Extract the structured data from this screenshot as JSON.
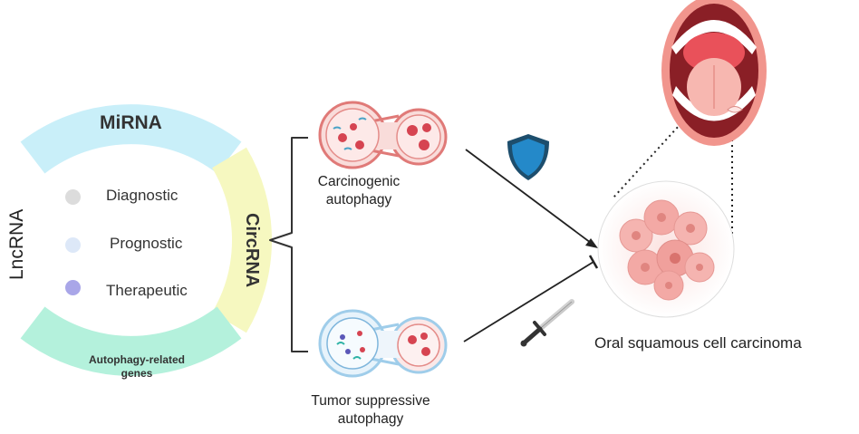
{
  "ring": {
    "top_label": "MiRNA",
    "right_label": "CircRNA",
    "left_label": "LncRNA",
    "bottom_label_line1": "Autophagy-related",
    "bottom_label_line2": "genes"
  },
  "legend": [
    {
      "label": "Diagnostic",
      "color": "#dcdcdc"
    },
    {
      "label": "Prognostic",
      "color": "#dde8f8"
    },
    {
      "label": "Therapeutic",
      "color": "#a9a6e8"
    }
  ],
  "cells": {
    "carcinogenic_line1": "Carcinogenic",
    "carcinogenic_line2": "autophagy",
    "suppressive_line1": "Tumor suppressive",
    "suppressive_line2": "autophagy"
  },
  "target_label": "Oral squamous cell carcinoma",
  "colors": {
    "mirna": "#c9eff9",
    "circrna": "#f6f8c0",
    "genes": "#b4f1dc",
    "shield": "#2489c9",
    "cell_red": "#e07a78",
    "cell_blue": "#9fcdea",
    "tumor": "#f3a9a5"
  }
}
